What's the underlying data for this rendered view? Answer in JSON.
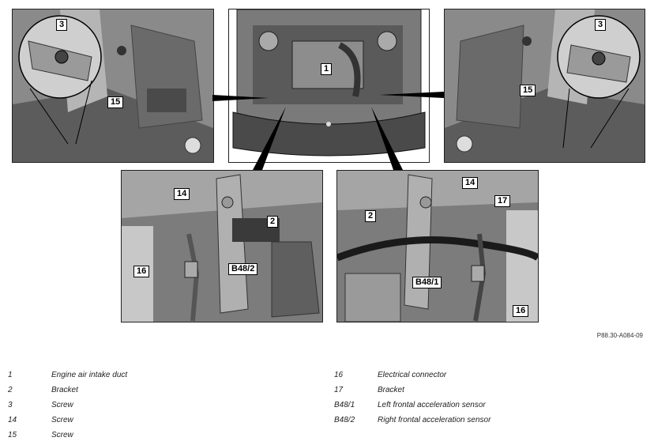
{
  "figure": {
    "code": "P88.30-A084-09",
    "callouts": {
      "c1": "1",
      "tl_3": "3",
      "tl_15": "15",
      "tr_3": "3",
      "tr_15": "15",
      "bl_14": "14",
      "bl_2": "2",
      "bl_b48_2": "B48/2",
      "bl_16": "16",
      "br_14": "14",
      "br_2": "2",
      "br_17": "17",
      "br_b48_1": "B48/1",
      "br_16": "16"
    }
  },
  "legend": {
    "left": [
      {
        "key": "1",
        "value": "Engine air intake duct"
      },
      {
        "key": "2",
        "value": "Bracket"
      },
      {
        "key": "3",
        "value": "Screw"
      },
      {
        "key": "14",
        "value": "Screw"
      },
      {
        "key": "15",
        "value": "Screw"
      }
    ],
    "right": [
      {
        "key": "16",
        "value": "Electrical connector"
      },
      {
        "key": "17",
        "value": "Bracket"
      },
      {
        "key": "B48/1",
        "value": "Left frontal acceleration sensor"
      },
      {
        "key": "B48/2",
        "value": "Right frontal acceleration sensor"
      }
    ]
  }
}
